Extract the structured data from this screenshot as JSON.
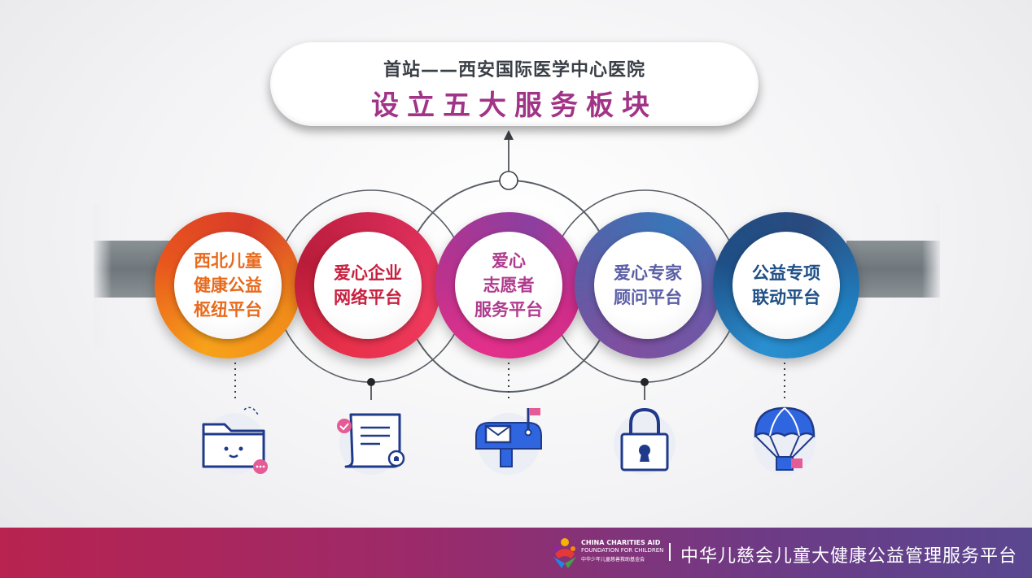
{
  "title": {
    "subtitle": "首站——西安国际医学中心医院",
    "main": "设立五大服务板块"
  },
  "modules": [
    {
      "label": "西北儿童\n健康公益\n枢纽平台",
      "color": "#e86a1c",
      "icon": "folder-icon"
    },
    {
      "label": "爱心企业\n网络平台",
      "color": "#c8203f",
      "icon": "document-scroll-icon"
    },
    {
      "label": "爱心\n志愿者\n服务平台",
      "color": "#b03b8e",
      "icon": "mailbox-icon"
    },
    {
      "label": "爱心专家\n顾问平台",
      "color": "#5a5ea6",
      "icon": "padlock-icon"
    },
    {
      "label": "公益专项\n联动平台",
      "color": "#1e4f86",
      "icon": "parachute-icon"
    }
  ],
  "footer": {
    "org_en_line1": "CHINA CHARITIES AID",
    "org_en_line2": "FOUNDATION FOR CHILDREN",
    "org_cn_small": "中华少年儿童慈善救助基金会",
    "platform_name": "中华儿慈会儿童大健康公益管理服务平台",
    "logo": "ccafc-logo-icon"
  }
}
